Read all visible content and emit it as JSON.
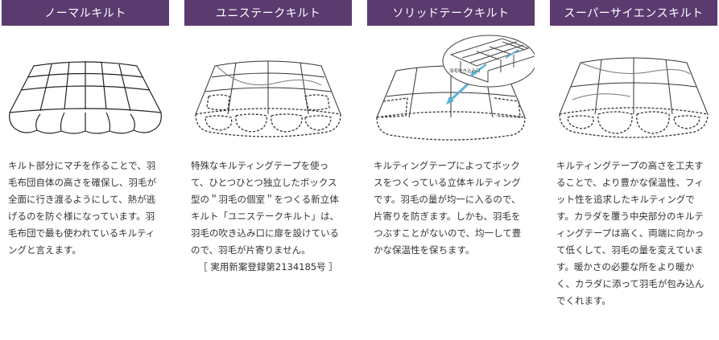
{
  "columns": [
    {
      "title": "ノーマルキルト",
      "text": "キルト部分にマチを作ることで、羽毛布団自体の高さを確保し、羽毛が全面に行き渡るようにして、熱が逃げるのを防ぐ様になっています。羽毛布団で最も使われているキルティングと言えます。",
      "icon": "normal-quilt-illustration"
    },
    {
      "title": "ユニステークキルト",
      "text": "特殊なキルティングテープを使って、ひとつひとつ独立したボックス型の＂羽毛の個室＂をつくる新立体キルト「ユニステークキルト」は、羽毛の吹き込み口に扉を設けているので、羽毛が片寄りません。",
      "note": "［ 実用新案登録第2134185号 ］",
      "icon": "unistake-quilt-illustration"
    },
    {
      "title": "ソリッドテークキルト",
      "text": "キルティングテープによってボックスをつくっている立体キルティングです。羽毛の量が均一に入るので、片寄りを防ぎます。しかも、羽毛をつぶすことがないので、均一して豊かな保温性を保ちます。",
      "inset_label": "羽毛吹き込み口",
      "icon": "solid-take-quilt-illustration"
    },
    {
      "title": "スーパーサイエンスキルト",
      "text": "キルティングテープの高さを工夫することで、より豊かな保温性、フィット性を追求したキルティングです。カラダを覆う中央部分のキルティングテープは高く、両端に向かって低くして、羽毛の量を変えています。暖かさの必要な所をより暖かく、カラダに添って羽毛が包み込んでくれます。",
      "icon": "super-science-quilt-illustration"
    }
  ],
  "colors": {
    "header_bg": "#5b3b6f",
    "header_text": "#ffffff",
    "body_text": "#333333",
    "accent_arrow": "#5fb0d8"
  }
}
